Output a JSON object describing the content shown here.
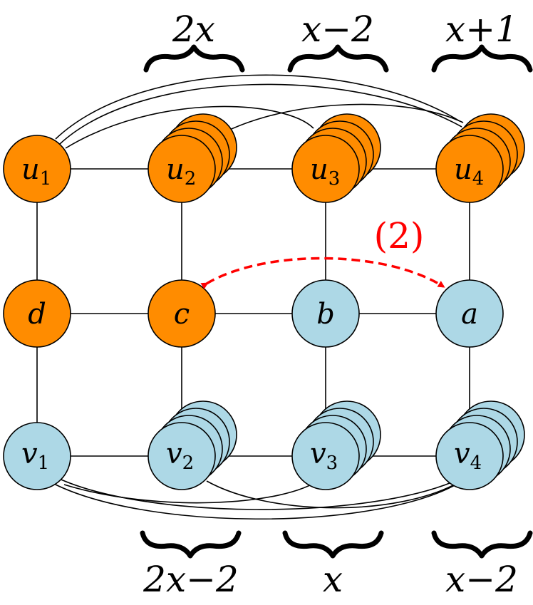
{
  "colors": {
    "orange": "#ff8c00",
    "blue": "#add8e6",
    "edge": "#000000",
    "swap": "#ff0000"
  },
  "nodes": {
    "u1": {
      "name": "u",
      "sub": "1"
    },
    "u2": {
      "name": "u",
      "sub": "2"
    },
    "u3": {
      "name": "u",
      "sub": "3"
    },
    "u4": {
      "name": "u",
      "sub": "4"
    },
    "d": {
      "name": "d"
    },
    "c": {
      "name": "c"
    },
    "b": {
      "name": "b"
    },
    "a": {
      "name": "a"
    },
    "v1": {
      "name": "v",
      "sub": "1"
    },
    "v2": {
      "name": "v",
      "sub": "2"
    },
    "v3": {
      "name": "v",
      "sub": "3"
    },
    "v4": {
      "name": "v",
      "sub": "4"
    }
  },
  "top_braces": {
    "u2": "2x",
    "u3": "x−2",
    "u4": "x+1"
  },
  "bottom_braces": {
    "v2": "2x−2",
    "v3": "x",
    "v4": "x−2"
  },
  "swap_label": "(2)"
}
